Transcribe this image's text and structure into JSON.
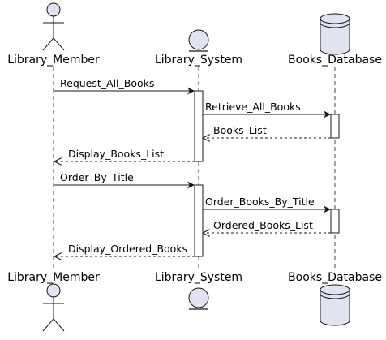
{
  "participants": [
    {
      "name": "Library_Member",
      "kind": "actor"
    },
    {
      "name": "Library_System",
      "kind": "entity"
    },
    {
      "name": "Books_Database",
      "kind": "database"
    }
  ],
  "messages": [
    {
      "from": 0,
      "to": 1,
      "label": "Request_All_Books",
      "style": "sync"
    },
    {
      "from": 1,
      "to": 2,
      "label": "Retrieve_All_Books",
      "style": "sync"
    },
    {
      "from": 2,
      "to": 1,
      "label": "Books_List",
      "style": "return"
    },
    {
      "from": 1,
      "to": 0,
      "label": "Display_Books_List",
      "style": "return"
    },
    {
      "from": 0,
      "to": 1,
      "label": "Order_By_Title",
      "style": "sync"
    },
    {
      "from": 1,
      "to": 2,
      "label": "Order_Books_By_Title",
      "style": "sync"
    },
    {
      "from": 2,
      "to": 1,
      "label": "Ordered_Books_List",
      "style": "return"
    },
    {
      "from": 1,
      "to": 0,
      "label": "Display_Ordered_Books",
      "style": "return"
    }
  ],
  "activations": [
    {
      "participant": 1,
      "from_message": 0,
      "to_message": 3
    },
    {
      "participant": 2,
      "from_message": 1,
      "to_message": 2
    },
    {
      "participant": 1,
      "from_message": 4,
      "to_message": 7
    },
    {
      "participant": 2,
      "from_message": 5,
      "to_message": 6
    }
  ],
  "colors": {
    "participant_fill": "#E2E2F0",
    "participant_stroke": "#181818",
    "lifeline": "#181818",
    "arrow": "#181818"
  }
}
